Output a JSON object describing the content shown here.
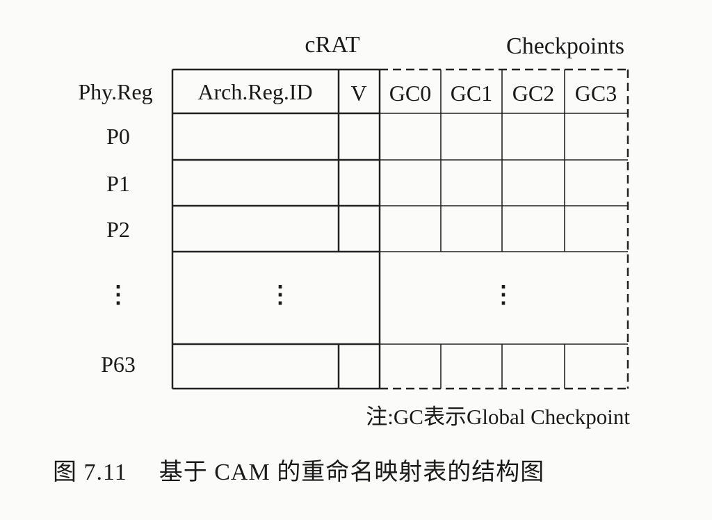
{
  "headers": {
    "crat": "cRAT",
    "checkpoints": "Checkpoints"
  },
  "columns": {
    "phy_reg": "Phy.Reg",
    "arch_reg_id": "Arch.Reg.ID",
    "v": "V",
    "gc0": "GC0",
    "gc1": "GC1",
    "gc2": "GC2",
    "gc3": "GC3"
  },
  "rows": {
    "p0": "P0",
    "p1": "P1",
    "p2": "P2",
    "ellipsis": "⋮",
    "p63": "P63"
  },
  "body_ellipsis": {
    "crat": "⋮",
    "checkpoints": "⋮"
  },
  "note": "注:GC表示Global Checkpoint",
  "caption": {
    "number": "图 7.11",
    "title": "基于 CAM 的重命名映射表的结构图"
  }
}
